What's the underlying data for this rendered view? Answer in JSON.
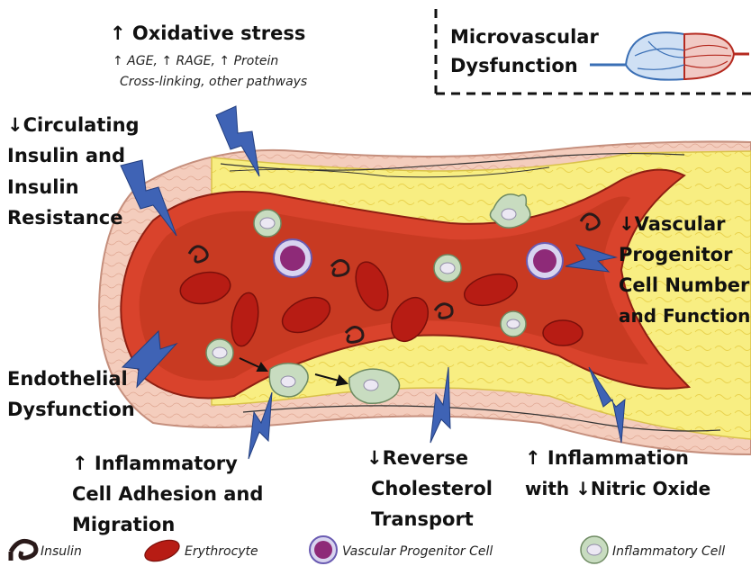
{
  "labels": {
    "oxidative_title": "↑ Oxidative stress",
    "oxidative_detail_1": "↑ AGE, ↑ RAGE, ↑ Protein",
    "oxidative_detail_2": "Cross-linking, other pathways",
    "microvascular_1": "Microvascular",
    "microvascular_2": "Dysfunction",
    "insulin_1": "↓Circulating",
    "insulin_2": "Insulin and",
    "insulin_3": "Insulin",
    "insulin_4": "Resistance",
    "progenitor_1": "↓Vascular",
    "progenitor_2": "Progenitor",
    "progenitor_3": "Cell Number",
    "progenitor_4": "and Function",
    "endothelial_1": "Endothelial",
    "endothelial_2": "Dysfunction",
    "inflammatory_1": "↑ Inflammatory",
    "inflammatory_2": "Cell Adhesion and",
    "inflammatory_3": "Migration",
    "cholesterol_1": "↓Reverse",
    "cholesterol_2": "Cholesterol",
    "cholesterol_3": "Transport",
    "inflammation_1": "↑ Inflammation",
    "inflammation_2": "with ↓Nitric Oxide"
  },
  "legend": {
    "insulin": "Insulin",
    "erythrocyte": "Erythrocyte",
    "progenitor": "Vascular Progenitor Cell",
    "inflammatory": "Inflammatory Cell"
  },
  "colors": {
    "vessel_wall": "#f1c7b6",
    "fat_layer": "#f7ec7a",
    "endothelium": "#d9402a",
    "lumen": "#c93a22",
    "erythrocyte": "#b71c14",
    "bolt": "#3f63b5",
    "progenitor": "#8e2a78",
    "inflammatory": "#c8dcc0"
  }
}
